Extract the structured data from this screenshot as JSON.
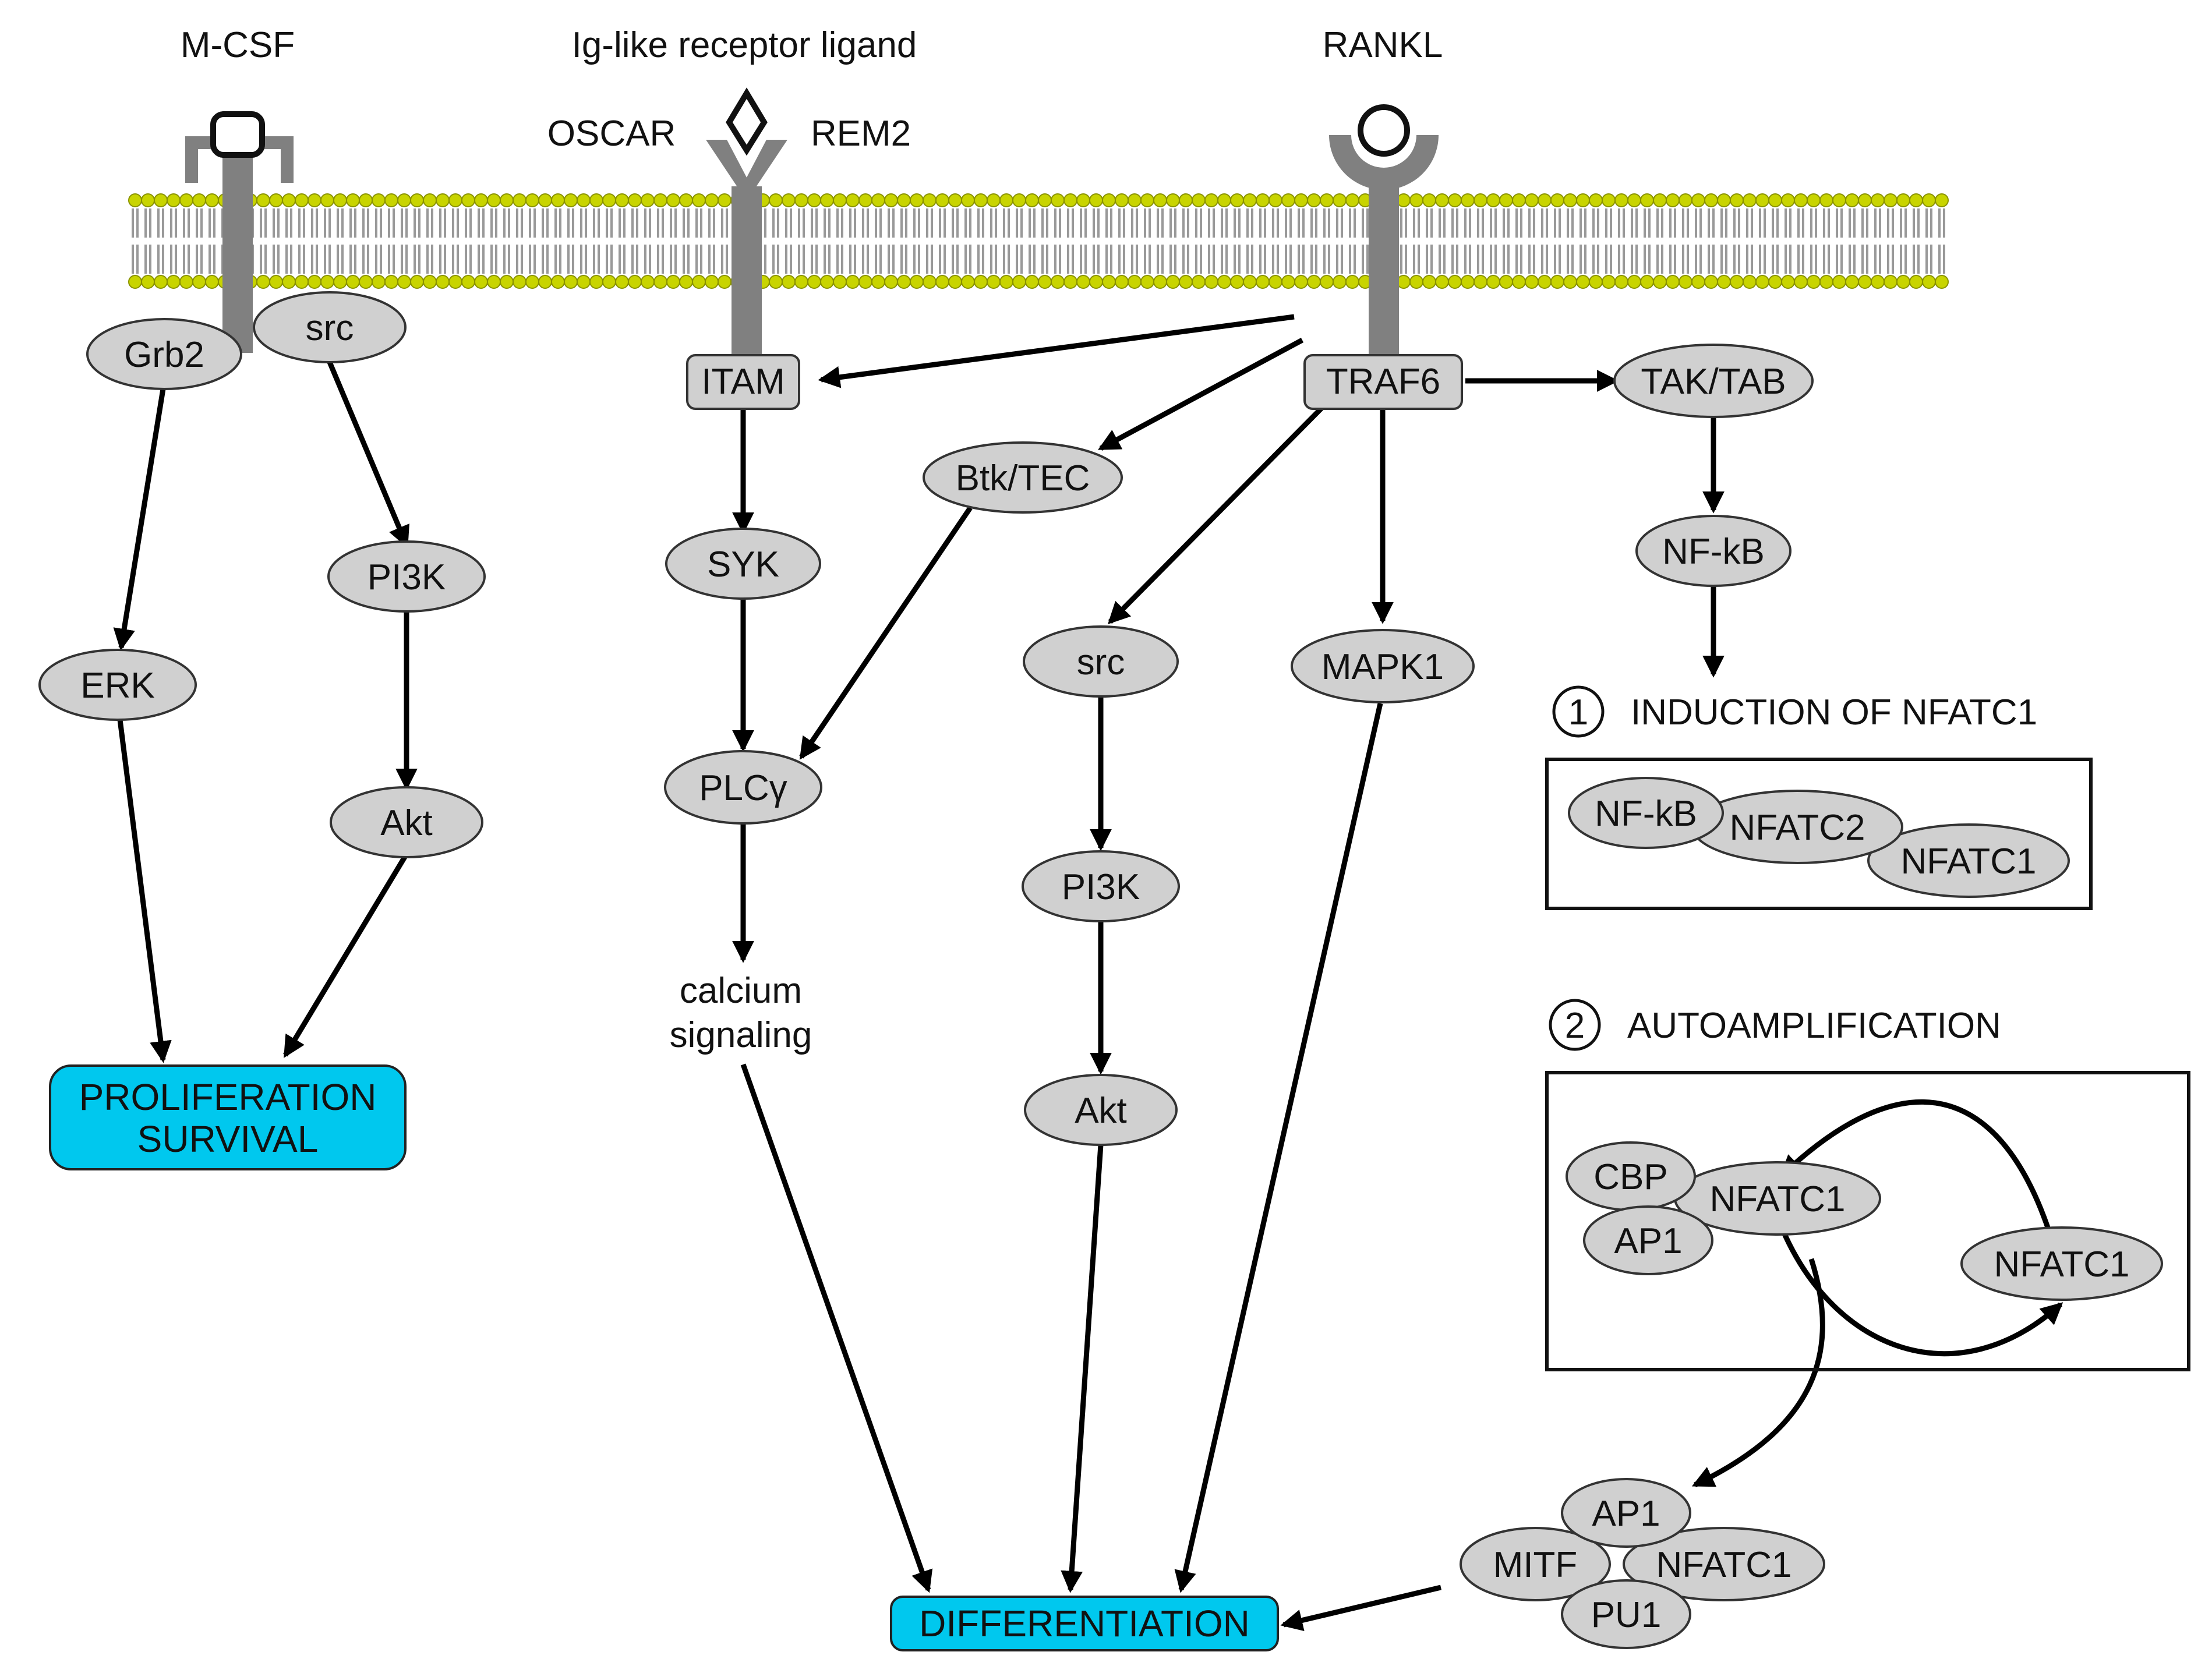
{
  "ligands": {
    "mcsf": "M-CSF",
    "ig_ligand": "Ig-like receptor ligand",
    "rankl": "RANKL",
    "oscar": "OSCAR",
    "rem2": "REM2"
  },
  "nodes": {
    "grb2": "Grb2",
    "src_left": "src",
    "erk": "ERK",
    "pi3k_left": "PI3K",
    "akt_left": "Akt",
    "itam": "ITAM",
    "syk": "SYK",
    "btk": "Btk/TEC",
    "plcg": "PLCγ",
    "calcium_line1": "calcium",
    "calcium_line2": "signaling",
    "traf6": "TRAF6",
    "src_mid": "src",
    "pi3k_mid": "PI3K",
    "akt_mid": "Akt",
    "mapk1": "MAPK1",
    "taktab": "TAK/TAB",
    "nfkb": "NF-kB"
  },
  "outcomes": {
    "prolif_line1": "PROLIFERATION",
    "prolif_line2": "SURVIVAL",
    "differentiation": "DIFFERENTIATION"
  },
  "box1": {
    "number": "1",
    "title": "INDUCTION OF NFATC1",
    "nfkb": "NF-kB",
    "nfatc2": "NFATC2",
    "nfatc1": "NFATC1"
  },
  "box2": {
    "number": "2",
    "title": "AUTOAMPLIFICATION",
    "cbp": "CBP",
    "ap1": "AP1",
    "nfatc1_main": "NFATC1",
    "nfatc1_loop": "NFATC1"
  },
  "complex": {
    "ap1": "AP1",
    "mitf": "MITF",
    "nfatc1": "NFATC1",
    "pu1": "PU1"
  },
  "colors": {
    "outcome_fill": "#00c8ee",
    "node_fill": "#d0d0d0",
    "receptor": "#808080",
    "membrane_head": "#c8d400"
  }
}
